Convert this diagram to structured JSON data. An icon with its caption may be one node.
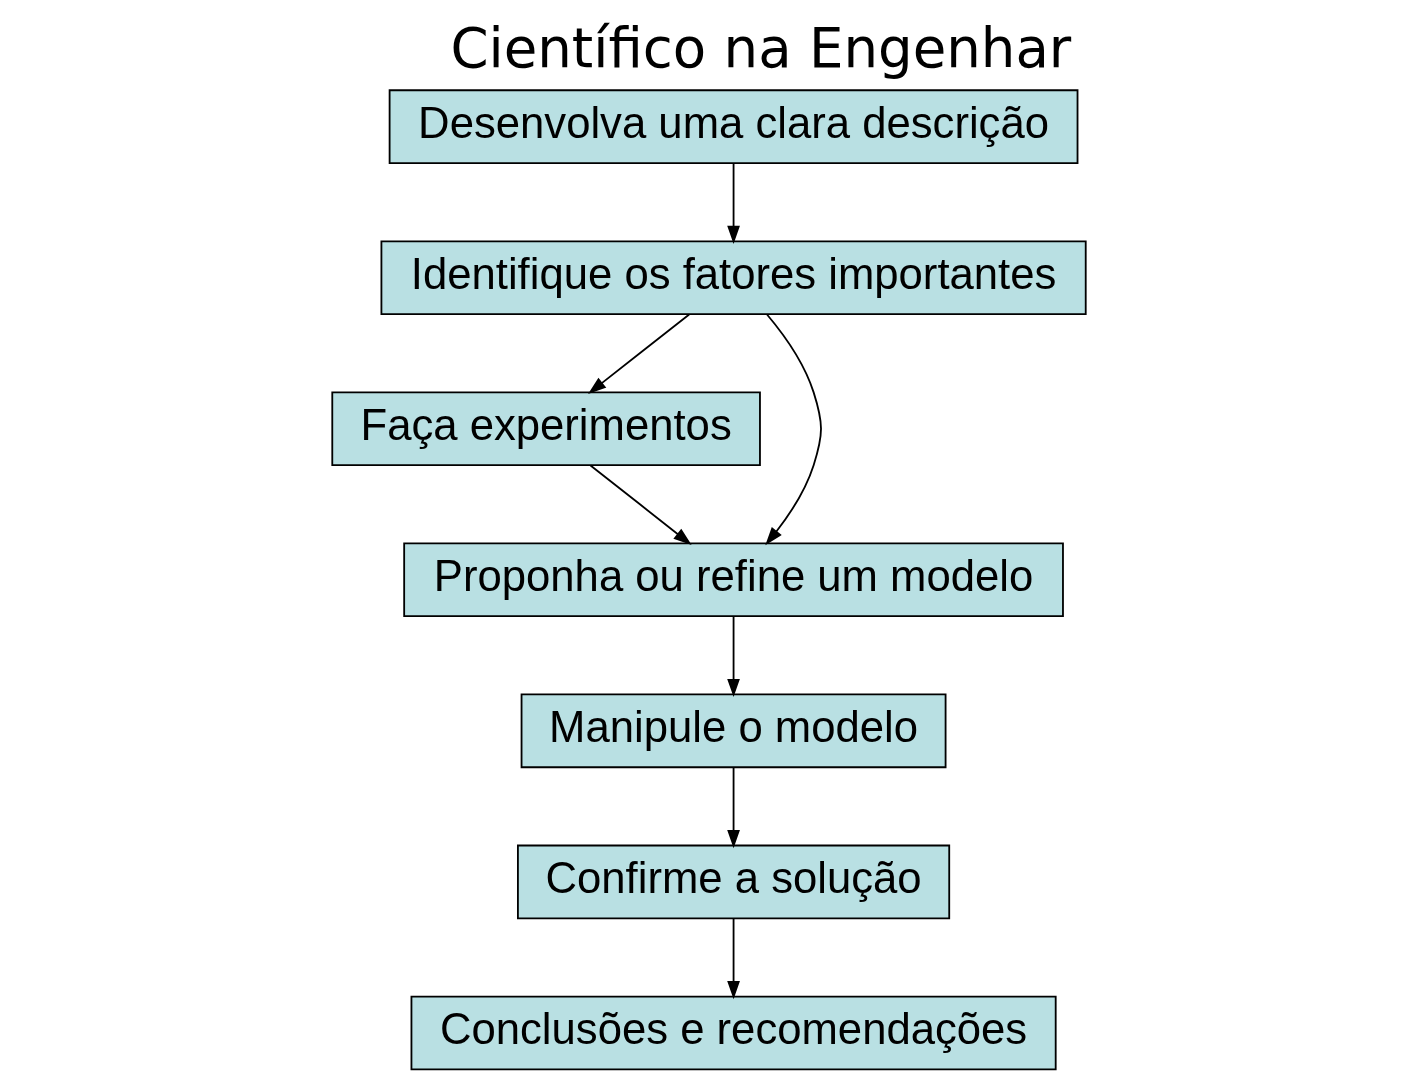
{
  "diagram": {
    "title": "Científico na Engenhar",
    "nodes": [
      {
        "text": [
          "Desenvolva uma clara descrição"
        ]
      },
      {
        "text": [
          "Identifique os fatores importantes"
        ]
      },
      {
        "text": [
          "Faça experimentos"
        ]
      },
      {
        "text": [
          "Proponha ou refine um modelo"
        ]
      },
      {
        "text": [
          "Manipule o modelo"
        ]
      },
      {
        "text": [
          "Confirme a solução"
        ]
      },
      {
        "text": [
          "Conclusões e recomendações"
        ]
      }
    ],
    "edges": [
      {
        "from": 0,
        "to": 1,
        "arrow": "to"
      },
      {
        "from": 1,
        "to": 3,
        "arrow": "to"
      },
      {
        "from": 1,
        "to": 2,
        "arrow": "to"
      },
      {
        "from": 2,
        "to": 3,
        "arrow": "to"
      },
      {
        "from": 3,
        "to": 4,
        "arrow": "to"
      },
      {
        "from": 4,
        "to": 5,
        "arrow": "to"
      },
      {
        "from": 5,
        "to": 6,
        "arrow": "to"
      }
    ]
  }
}
